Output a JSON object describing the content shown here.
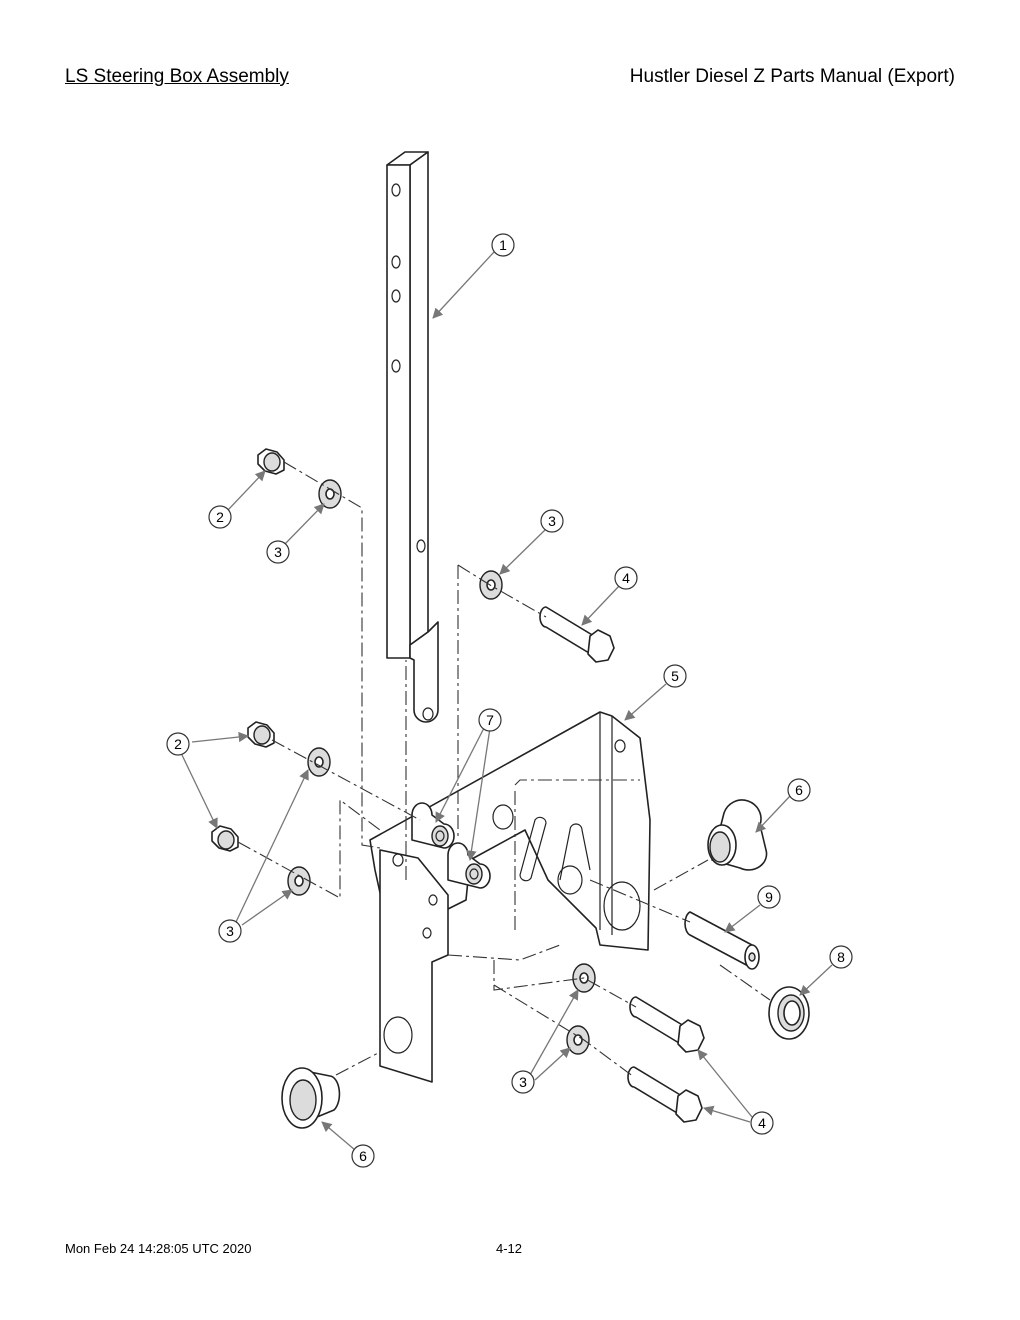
{
  "header": {
    "title": "LS Steering Box Assembly",
    "manual": "Hustler Diesel Z Parts Manual (Export)"
  },
  "footer": {
    "timestamp": "Mon Feb 24 14:28:05 UTC 2020",
    "page": "4-12"
  },
  "callouts": [
    "1",
    "2",
    "3",
    "3",
    "4",
    "5",
    "2",
    "7",
    "6",
    "9",
    "3",
    "8",
    "3",
    "4",
    "6"
  ]
}
